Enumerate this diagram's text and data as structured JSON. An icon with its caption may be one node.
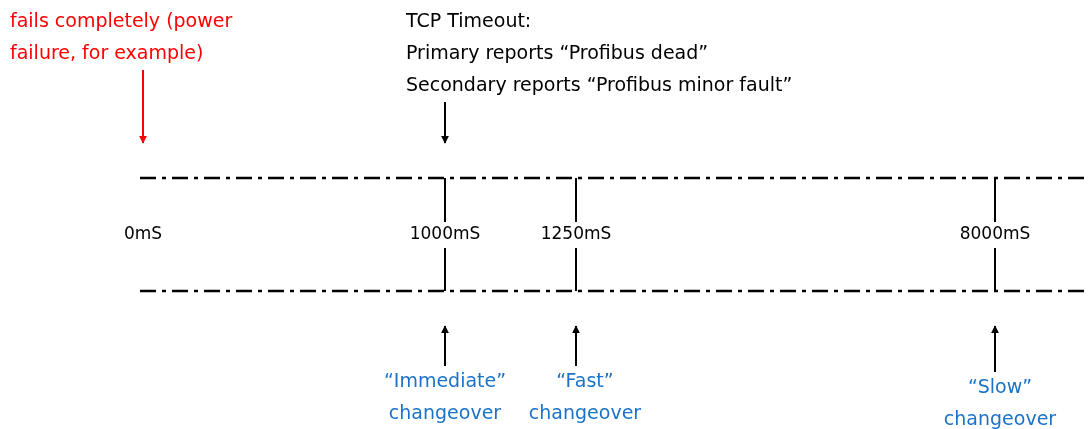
{
  "diagram": {
    "nodes": [
      {
        "text": [
          "fails completely (power failure, for example)"
        ]
      },
      {
        "text": [
          "TCP Timeout:",
          "Primary reports “Profibus dead”",
          "Secondary reports “Profibus minor fault”"
        ]
      },
      {
        "text": [
          "“Immediate” changeover"
        ]
      },
      {
        "text": [
          "“Fast” changeover"
        ]
      },
      {
        "text": [
          "“Slow” changeover"
        ]
      }
    ],
    "edges": [
      {
        "from": 0,
        "to": null,
        "arrow": "to",
        "color": "#ff0000"
      },
      {
        "from": 1,
        "to": null,
        "arrow": "to"
      },
      {
        "from": 2,
        "to": null,
        "arrow": "to"
      },
      {
        "from": 3,
        "to": null,
        "arrow": "to"
      },
      {
        "from": 4,
        "to": null,
        "arrow": "to"
      }
    ],
    "labels": [
      "0mS",
      "1000mS",
      "1250mS",
      "8000mS"
    ]
  }
}
